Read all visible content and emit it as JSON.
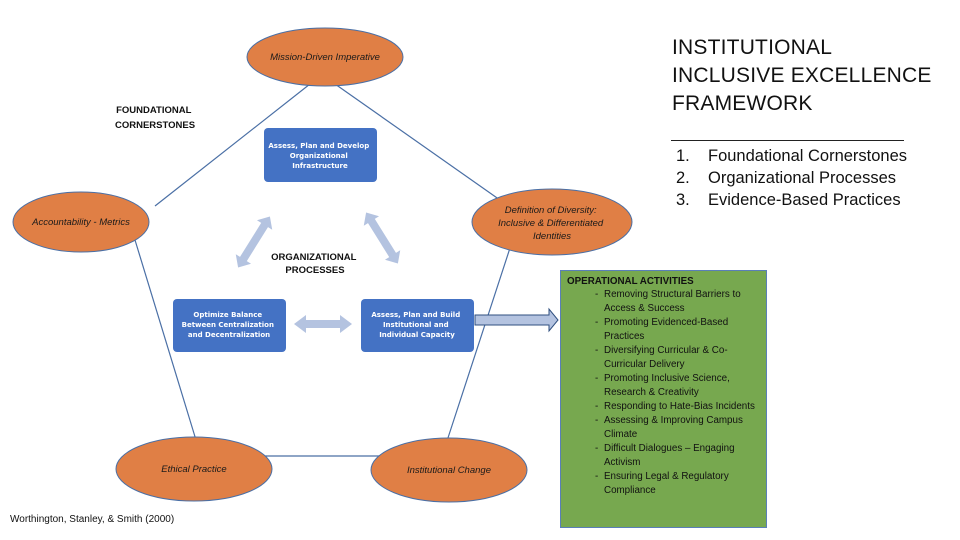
{
  "title": {
    "lines": [
      "INSTITUTIONAL",
      "INCLUSIVE EXCELLENCE",
      "FRAMEWORK"
    ]
  },
  "framework_list": [
    {
      "num": "1.",
      "label": "Foundational Cornerstones"
    },
    {
      "num": "2.",
      "label": "Organizational Processes"
    },
    {
      "num": "3.",
      "label": "Evidence-Based Practices"
    }
  ],
  "section_labels": {
    "foundational": [
      "FOUNDATIONAL",
      "CORNERSTONES"
    ],
    "organizational": [
      "ORGANIZATIONAL",
      "PROCESSES"
    ]
  },
  "cornerstones": [
    {
      "id": "mission",
      "lines": [
        "Mission-Driven Imperative"
      ]
    },
    {
      "id": "accountability",
      "lines": [
        "Accountability - Metrics"
      ]
    },
    {
      "id": "diversity",
      "lines": [
        "Definition of Diversity:",
        "Inclusive & Differentiated",
        "Identities"
      ]
    },
    {
      "id": "ethical",
      "lines": [
        "Ethical Practice"
      ]
    },
    {
      "id": "change",
      "lines": [
        "Institutional Change"
      ]
    }
  ],
  "processes": [
    {
      "id": "infrastructure",
      "lines": [
        "Assess, Plan and Develop",
        "Organizational",
        "Infrastructure"
      ]
    },
    {
      "id": "balance",
      "lines": [
        "Optimize Balance",
        "Between Centralization",
        "and Decentralization"
      ]
    },
    {
      "id": "capacity",
      "lines": [
        "Assess, Plan and Build",
        "Institutional and",
        "Individual Capacity"
      ]
    }
  ],
  "operational": {
    "title": "OPERATIONAL ACTIVITIES",
    "items": [
      "Removing Structural Barriers to Access & Success",
      "Promoting Evidenced-Based Practices",
      "Diversifying Curricular & Co-Curricular Delivery",
      "Promoting Inclusive Science, Research & Creativity",
      "Responding to Hate-Bias Incidents",
      "Assessing & Improving Campus Climate",
      "Difficult Dialogues – Engaging Activism",
      "Ensuring Legal & Regulatory Compliance"
    ]
  },
  "citation": "Worthington, Stanley, & Smith (2000)",
  "colors": {
    "ellipse_fill": "#e07f45",
    "ellipse_stroke": "#4a6fa5",
    "box_fill": "#4472c4",
    "arrow_fill": "#b4c3e0",
    "edge": "#4a6fa5",
    "ops_fill": "#77a84f"
  }
}
